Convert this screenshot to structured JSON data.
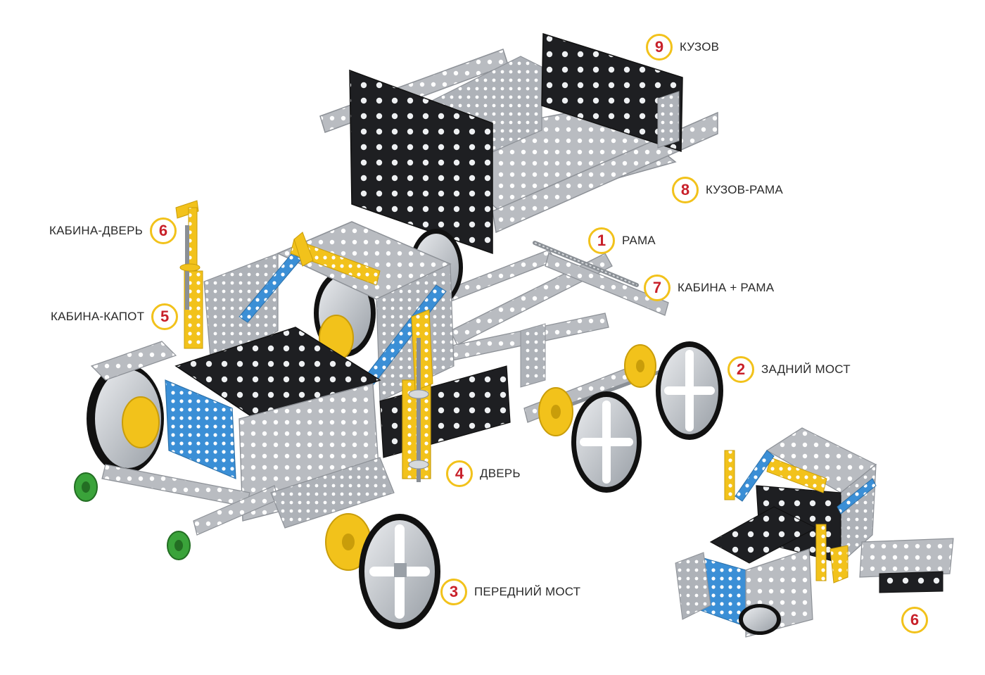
{
  "colors": {
    "badge_ring": "#f2c21b",
    "badge_number": "#c8202a",
    "label_text": "#2a2a2a",
    "steel": "#b9bcc1",
    "black_plate": "#1e1f22",
    "blue_part": "#3b8fd6",
    "yellow_part": "#f2c21b",
    "green_wheel": "#3aa33a"
  },
  "callouts": {
    "c9": {
      "number": "9",
      "label": "КУЗОВ"
    },
    "c8": {
      "number": "8",
      "label": "КУЗОВ-РАМА"
    },
    "c1": {
      "number": "1",
      "label": "РАМА"
    },
    "c7": {
      "number": "7",
      "label": "КАБИНА + РАМА"
    },
    "c6": {
      "number": "6",
      "label": "КАБИНА-ДВЕРЬ"
    },
    "c5": {
      "number": "5",
      "label": "КАБИНА-КАПОТ"
    },
    "c2": {
      "number": "2",
      "label": "ЗАДНИЙ МОСТ"
    },
    "c4": {
      "number": "4",
      "label": "ДВЕРЬ"
    },
    "c3": {
      "number": "3",
      "label": "ПЕРЕДНИЙ МОСТ"
    },
    "c6b": {
      "number": "6"
    }
  }
}
